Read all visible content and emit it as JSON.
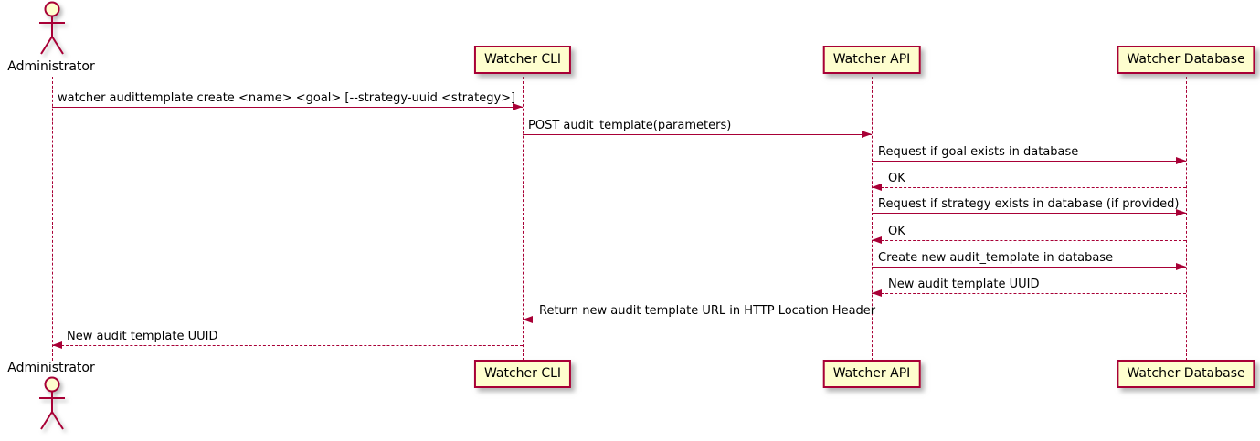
{
  "diagram": {
    "type": "uml-sequence-diagram",
    "accent_color": "#A80036",
    "participant_fill": "#FEFECE",
    "background": "#FFFFFF"
  },
  "actor": {
    "name": "Administrator"
  },
  "participants": [
    {
      "name": "Watcher CLI"
    },
    {
      "name": "Watcher API"
    },
    {
      "name": "Watcher Database"
    }
  ],
  "messages": [
    {
      "text": "watcher audittemplate create <name> <goal> [--strategy-uuid <strategy>]",
      "from": "Administrator",
      "to": "Watcher CLI",
      "line": "solid"
    },
    {
      "text": "POST audit_template(parameters)",
      "from": "Watcher CLI",
      "to": "Watcher API",
      "line": "solid"
    },
    {
      "text": "Request if goal exists in database",
      "from": "Watcher API",
      "to": "Watcher Database",
      "line": "solid"
    },
    {
      "text": "OK",
      "from": "Watcher Database",
      "to": "Watcher API",
      "line": "dashed"
    },
    {
      "text": "Request if strategy exists in database (if provided)",
      "from": "Watcher API",
      "to": "Watcher Database",
      "line": "solid"
    },
    {
      "text": "OK",
      "from": "Watcher Database",
      "to": "Watcher API",
      "line": "dashed"
    },
    {
      "text": "Create new audit_template in database",
      "from": "Watcher API",
      "to": "Watcher Database",
      "line": "solid"
    },
    {
      "text": "New audit template UUID",
      "from": "Watcher Database",
      "to": "Watcher API",
      "line": "dashed"
    },
    {
      "text": "Return new audit template URL in HTTP Location Header",
      "from": "Watcher API",
      "to": "Watcher CLI",
      "line": "dashed"
    },
    {
      "text": "New audit template UUID",
      "from": "Watcher CLI",
      "to": "Administrator",
      "line": "dashed"
    }
  ]
}
